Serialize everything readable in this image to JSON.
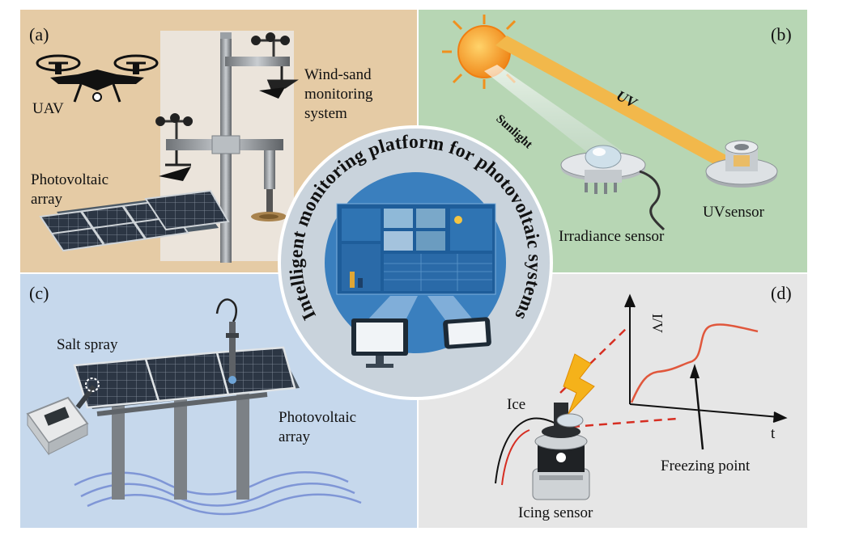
{
  "title": "Intelligent monitoring platform for photovoltaic systems",
  "colors": {
    "panel_a": "#e5cba5",
    "panel_b": "#b7d6b4",
    "panel_c": "#c6d8ec",
    "panel_d": "#e6e6e6",
    "ring": "#c9d3dc",
    "center": "#3a7fbe",
    "uv_beam": "#f2b84b",
    "curve": "#e0573c",
    "bolt": "#f5b21a"
  },
  "panels": {
    "a": {
      "tag": "(a)",
      "uav": "UAV",
      "wind_line1": "Wind-sand",
      "wind_line2": "monitoring",
      "wind_line3": "system",
      "pv_line1": "Photovoltaic",
      "pv_line2": "array"
    },
    "b": {
      "tag": "(b)",
      "uv": "UV",
      "sunlight": "Sunlight",
      "uv_sensor": "UVsensor",
      "irradiance": "Irradiance sensor"
    },
    "c": {
      "tag": "(c)",
      "salt": "Salt spray",
      "pv_line1": "Photovoltaic",
      "pv_line2": "array"
    },
    "d": {
      "tag": "(d)",
      "y_axis": "I/V",
      "x_axis": "t",
      "ice": "Ice",
      "freezing": "Freezing point",
      "icing_sensor": "Icing sensor"
    }
  }
}
